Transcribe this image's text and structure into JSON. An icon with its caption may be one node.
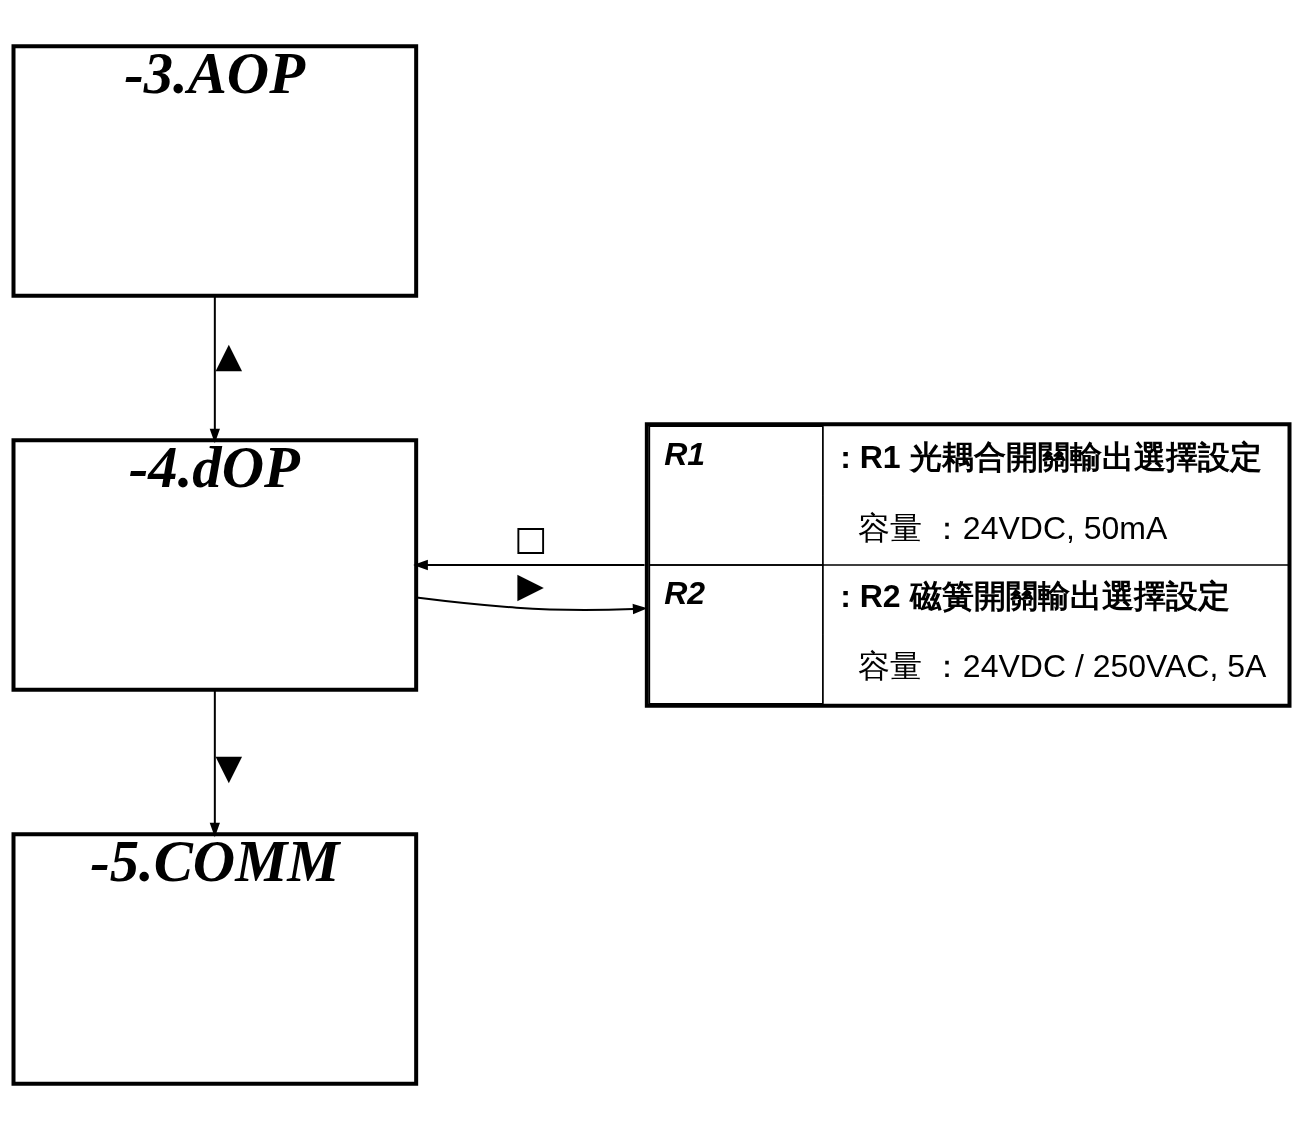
{
  "diagram": {
    "nodes": [
      {
        "text": [
          "-3.AOP"
        ]
      },
      {
        "text": [
          "-4.dOP"
        ]
      },
      {
        "text": [
          "-5.COMM"
        ]
      },
      {
        "text": [
          "R1",
          ": R1 光耦合開關輸出選擇設定",
          "容量 ：24VDC, 50mA",
          "R2",
          ": R2 磁簧開關輸出選擇設定",
          "容量 ：24VDC / 250VAC, 5A"
        ]
      }
    ],
    "edges": [
      {
        "from": 0,
        "to": 1,
        "arrow": "to",
        "label": "▲"
      },
      {
        "from": 1,
        "to": 3,
        "arrow": "to",
        "label": "▶"
      },
      {
        "from": 3,
        "to": 1,
        "arrow": "to",
        "label": "□"
      },
      {
        "from": 1,
        "to": 2,
        "arrow": "to",
        "label": "▼"
      }
    ]
  }
}
